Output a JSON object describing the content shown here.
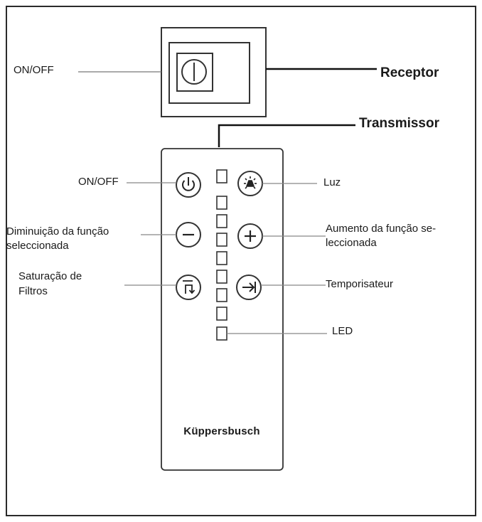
{
  "receiver": {
    "title": "Receptor",
    "on_off": "ON/OFF"
  },
  "transmitter": {
    "title": "Transmissor",
    "brand": "Küppersbusch",
    "on_off": "ON/OFF",
    "light": "Luz",
    "decrease_line1": "Diminuição da função",
    "decrease_line2": "seleccionada",
    "increase_line1": "Aumento da função se-",
    "increase_line2": "leccionada",
    "filters_line1": "Saturação de",
    "filters_line2": "Filtros",
    "timer": "Temporisateur",
    "led": "LED"
  },
  "icons": {
    "receiver_switch": "power-switch-icon",
    "power_button": "power-icon",
    "light_button": "light-bulb-icon",
    "minus_button": "minus-icon",
    "plus_button": "plus-icon",
    "filter_button": "filter-reset-icon",
    "timer_button": "timer-arrow-icon",
    "led_indicators": "led-indicator-icon"
  },
  "led_count": 9
}
